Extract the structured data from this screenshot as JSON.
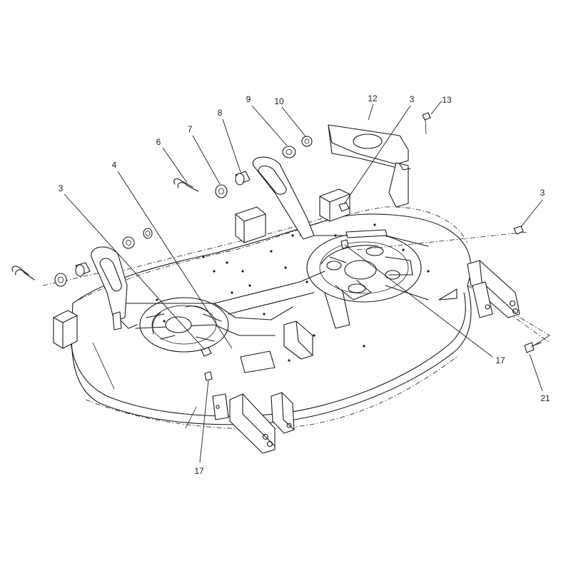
{
  "callouts": [
    {
      "id": "c3a",
      "label": "3"
    },
    {
      "id": "c4",
      "label": "4"
    },
    {
      "id": "c6",
      "label": "6"
    },
    {
      "id": "c7",
      "label": "7"
    },
    {
      "id": "c8",
      "label": "8"
    },
    {
      "id": "c9",
      "label": "9"
    },
    {
      "id": "c10",
      "label": "10"
    },
    {
      "id": "c12",
      "label": "12"
    },
    {
      "id": "c3b",
      "label": "3"
    },
    {
      "id": "c13",
      "label": "13"
    },
    {
      "id": "c3c",
      "label": "3"
    },
    {
      "id": "c17a",
      "label": "17"
    },
    {
      "id": "c21",
      "label": "21"
    },
    {
      "id": "c17b",
      "label": "17"
    }
  ],
  "colors": {
    "ink": "#1a1a1a",
    "paper": "#ffffff"
  }
}
